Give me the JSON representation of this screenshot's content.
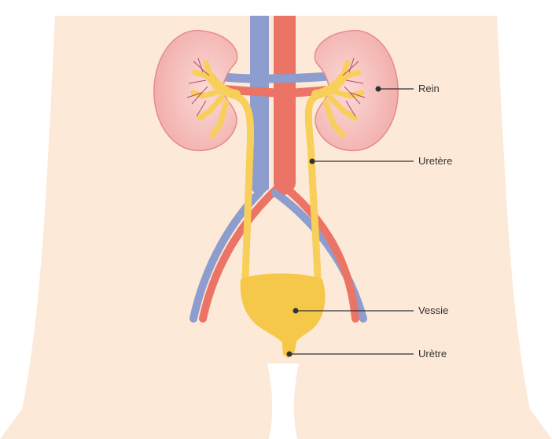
{
  "labels": {
    "kidney": "Rein",
    "ureter": "Uretère",
    "bladder": "Vessie",
    "urethra": "Urètre"
  },
  "colors": {
    "background": "#ffffff",
    "skin": "#fde9d7",
    "kidney_fill": "#f3aeab",
    "kidney_outline": "#e58c8c",
    "urine_yellow": "#f7cf59",
    "bladder_yellow": "#f6c84a",
    "artery": "#ec7467",
    "vein": "#8d9dcd",
    "leader_line": "#333333",
    "text": "#333333"
  }
}
